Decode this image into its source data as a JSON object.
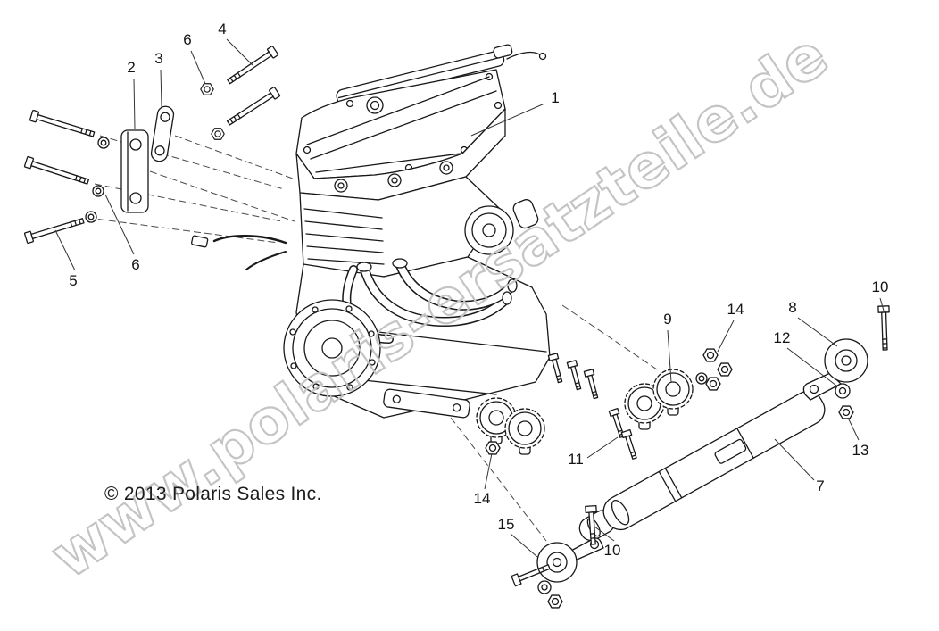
{
  "diagram": {
    "watermark": "www.polaris-ersatzteile.de",
    "copyright": "© 2013 Polaris Sales Inc.",
    "callouts": [
      {
        "label": "1"
      },
      {
        "label": "4"
      },
      {
        "label": "6"
      },
      {
        "label": "2"
      },
      {
        "label": "3"
      },
      {
        "label": "5"
      },
      {
        "label": "6"
      },
      {
        "label": "9"
      },
      {
        "label": "14"
      },
      {
        "label": "10"
      },
      {
        "label": "8"
      },
      {
        "label": "12"
      },
      {
        "label": "13"
      },
      {
        "label": "11"
      },
      {
        "label": "7"
      },
      {
        "label": "14"
      },
      {
        "label": "15"
      },
      {
        "label": "10"
      }
    ]
  }
}
